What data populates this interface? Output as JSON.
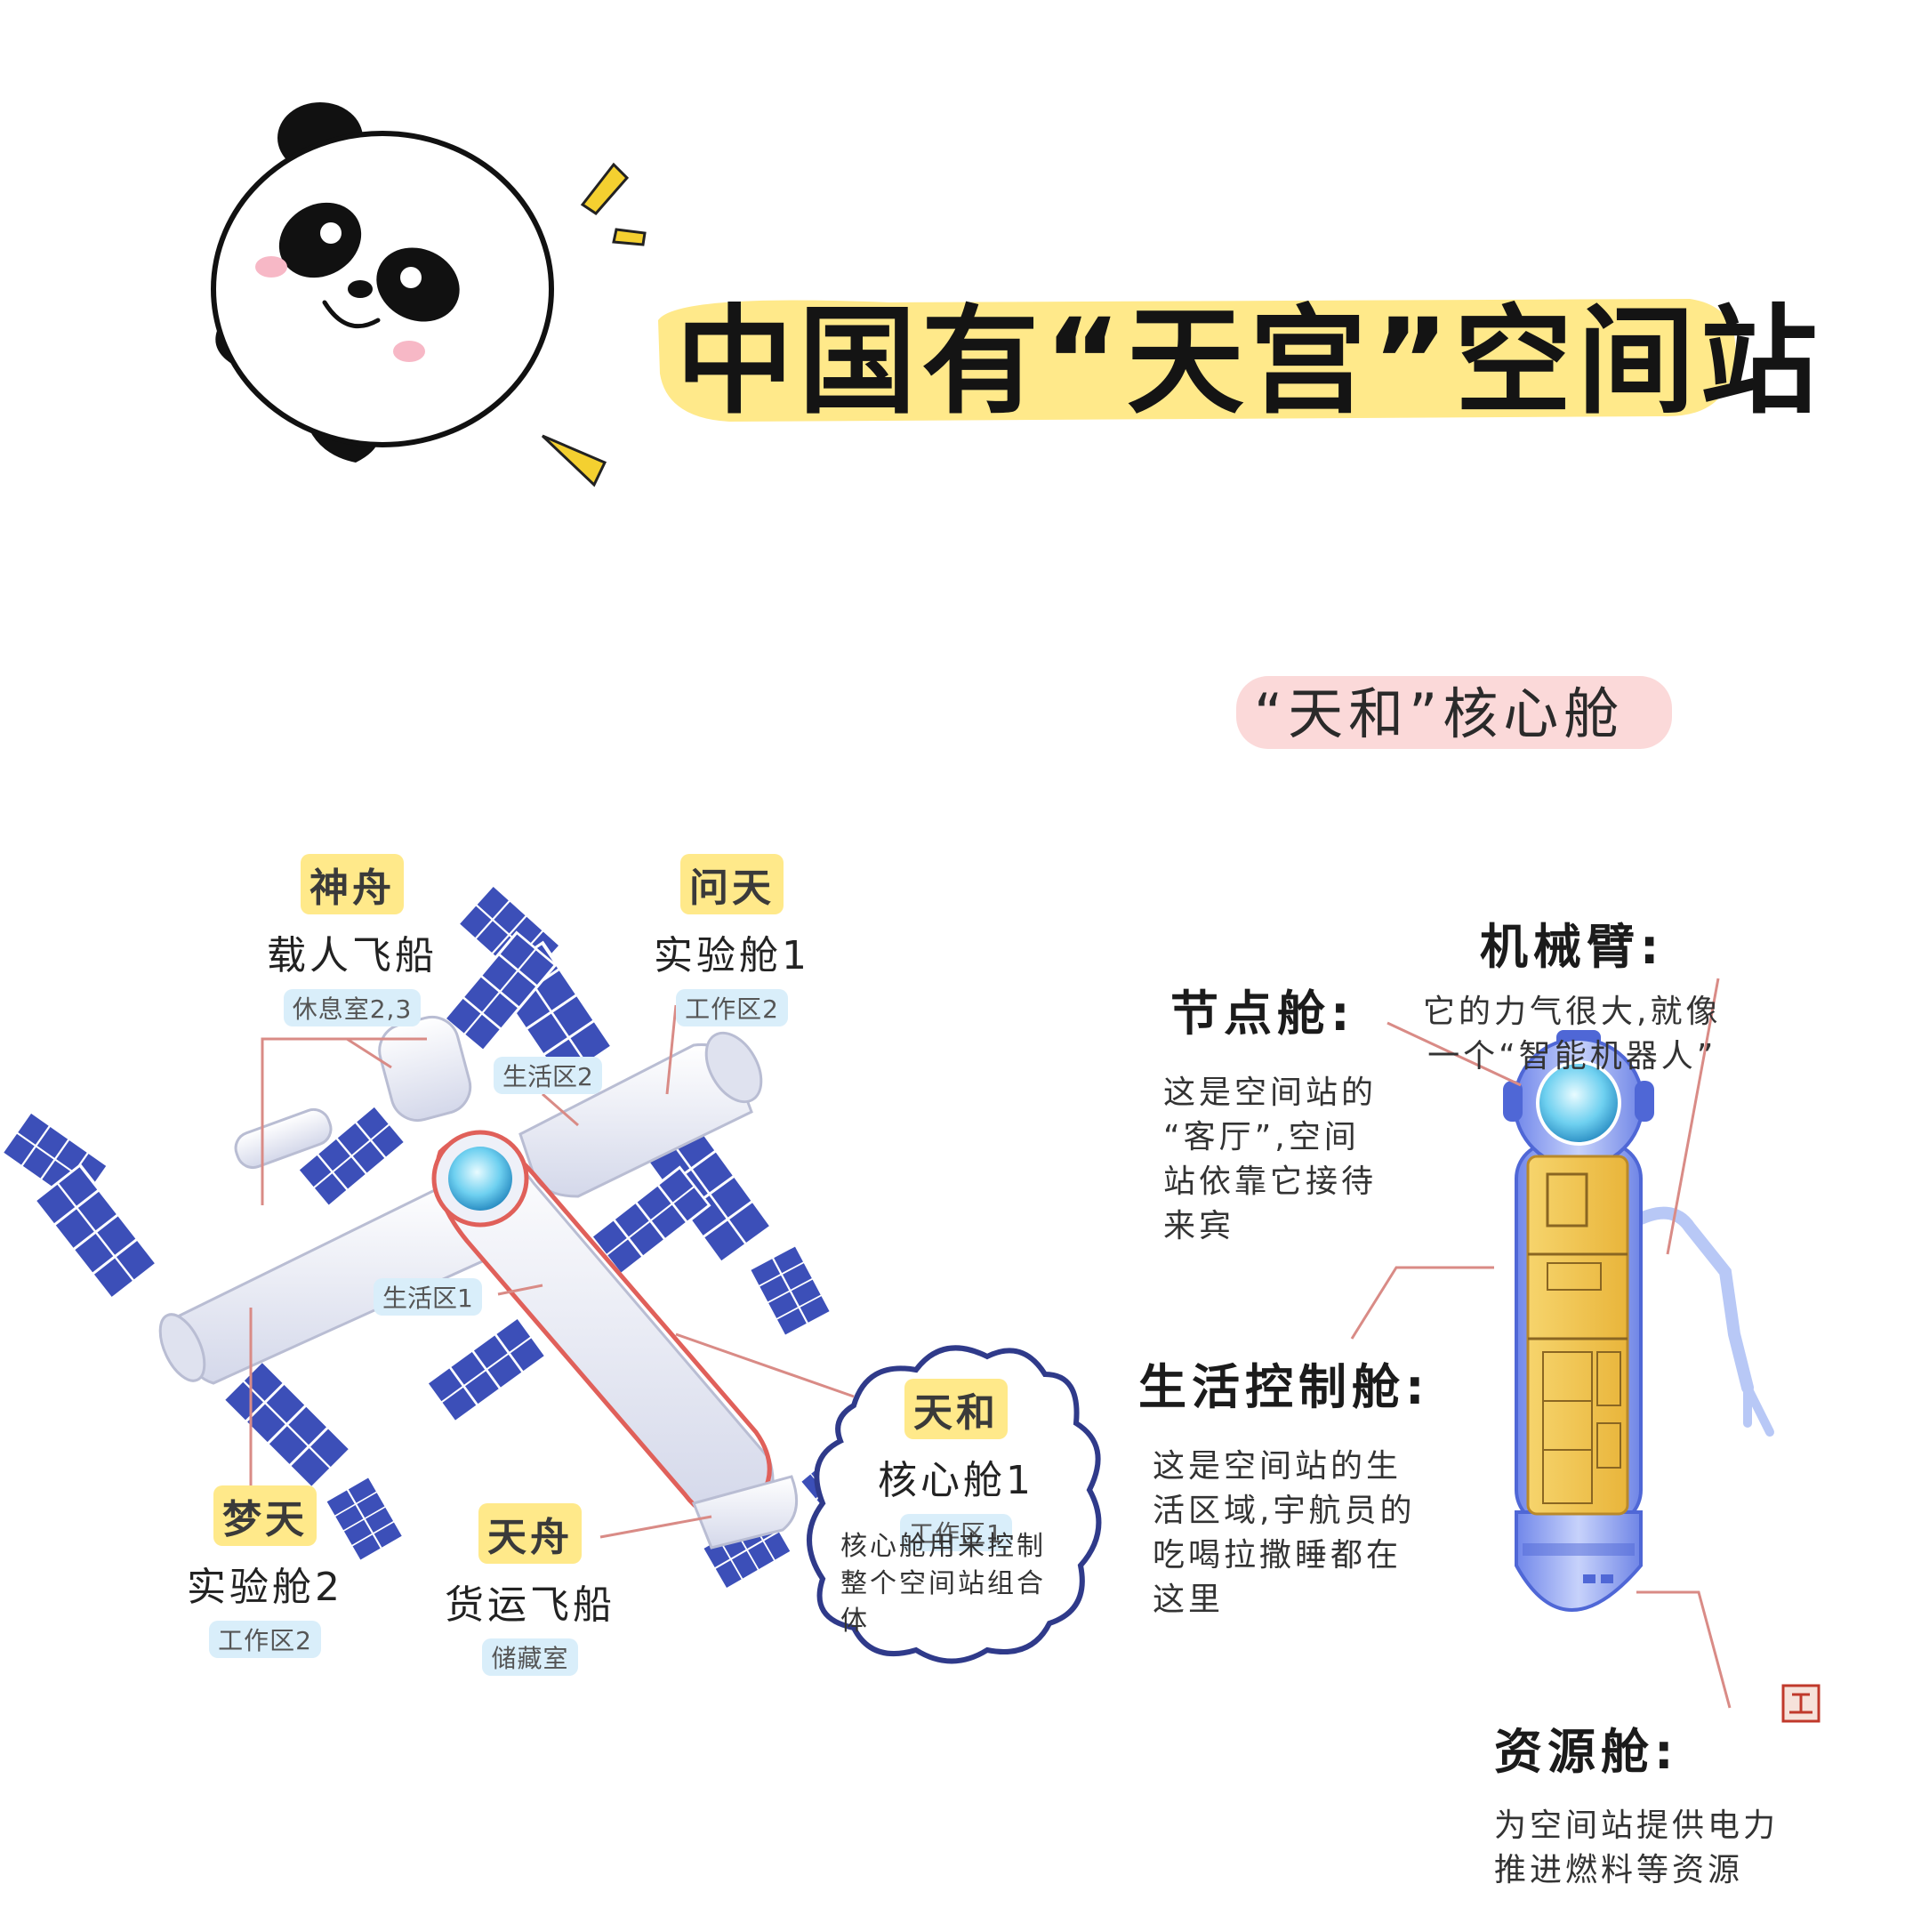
{
  "header": {
    "title": "中国有“天宫”空间站",
    "subtitle": "“天和”核心舱"
  },
  "station_labels": {
    "shenzhou": {
      "name": "神舟",
      "type": "载人飞船",
      "area": "休息室2,3"
    },
    "wentian": {
      "name": "问天",
      "type": "实验舱1",
      "area": "工作区2"
    },
    "mengtian": {
      "name": "梦天",
      "type": "实验舱2",
      "area": "工作区2"
    },
    "tianzhou": {
      "name": "天舟",
      "type": "货运飞船",
      "area": "储藏室"
    },
    "tianhe": {
      "name": "天和",
      "type": "核心舱1",
      "area": "工作区1",
      "desc_lines": [
        "核心舱用来控制",
        "整个空间站组合",
        "体"
      ]
    },
    "living_area_1": "生活区1",
    "living_area_2": "生活区2"
  },
  "module_details": {
    "arm": {
      "title": "机械臂:",
      "lines": [
        "它的力气很大,就像",
        "一个“智能机器人”"
      ]
    },
    "node": {
      "title": "节点舱:",
      "lines": [
        "这是空间站的",
        "“客厅”,空间",
        "站依靠它接待",
        "来宾"
      ]
    },
    "living": {
      "title": "生活控制舱:",
      "lines": [
        "这是空间站的生",
        "活区域,宇航员的",
        "吃喝拉撒睡都在",
        "这里"
      ]
    },
    "resource": {
      "title": "资源舱:",
      "lines": [
        "为空间站提供电力",
        "推进燃料等资源"
      ]
    }
  },
  "colors": {
    "highlight_yellow": "#ffe98a",
    "highlight_pink": "#fbd9d9",
    "highlight_blue": "#d9eefa",
    "solar_panel": "#3c4fb8",
    "module_body": "#e9ebf4",
    "core_outline": "#e0605a",
    "leader_line": "#d98b86",
    "cloud_outline": "#2f3a8a",
    "capsule_gold": "#f1c64f",
    "capsule_blue": "#8fa2f0"
  },
  "icons": [
    "panda-icon",
    "sparkle-icon",
    "seal-stamp-icon"
  ]
}
